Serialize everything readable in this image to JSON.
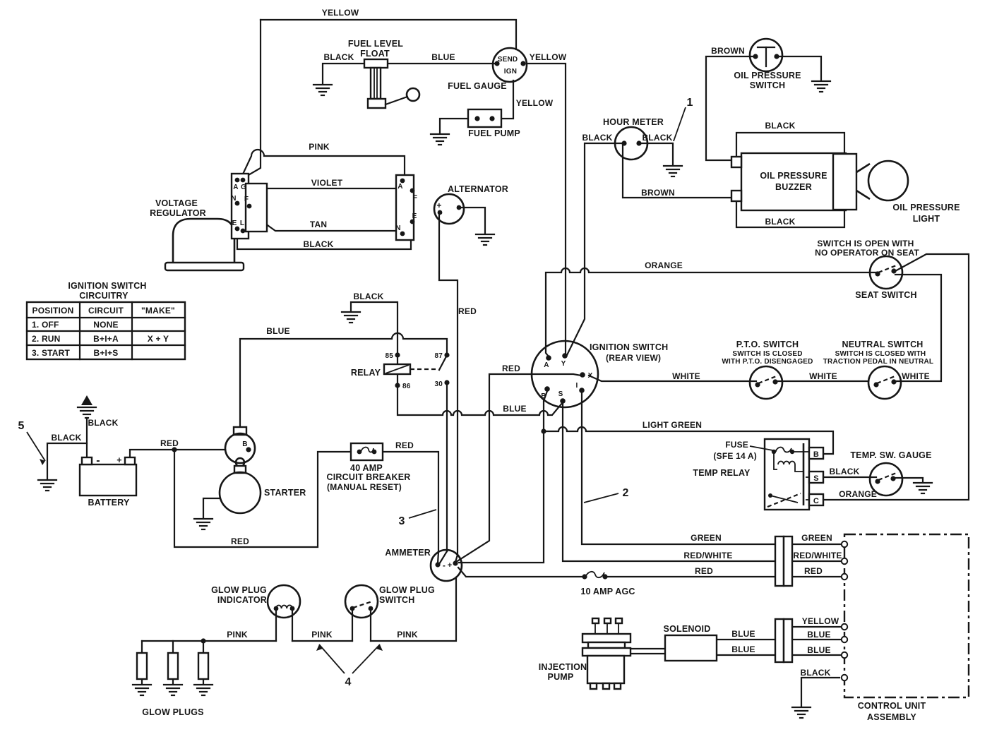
{
  "diagram_title": "Ignition / charging system wiring diagram",
  "colors": {
    "ink": "#161616",
    "paper": "#ffffff"
  },
  "table": {
    "title_line1": "IGNITION SWITCH",
    "title_line2": "CIRCUITRY",
    "headers": [
      "POSITION",
      "CIRCUIT",
      "\"MAKE\""
    ],
    "rows": [
      [
        "1. OFF",
        "NONE",
        ""
      ],
      [
        "2. RUN",
        "B+I+A",
        "X + Y"
      ],
      [
        "3. START",
        "B+I+S",
        ""
      ]
    ]
  },
  "callouts": {
    "c1": "1",
    "c2": "2",
    "c3": "3",
    "c4": "4",
    "c5": "5"
  },
  "labels": {
    "yellow_top": "YELLOW",
    "fuel_level_float_1": "FUEL LEVEL",
    "fuel_level_float_2": "FLOAT",
    "black_float": "BLACK",
    "blue_float": "BLUE",
    "send": "SEND",
    "ign": "IGN",
    "yellow_gauge": "YELLOW",
    "fuel_gauge": "FUEL GAUGE",
    "yellow_pump": "YELLOW",
    "fuel_pump": "FUEL PUMP",
    "brown_ops": "BROWN",
    "oil_pressure_switch_1": "OIL PRESSURE",
    "oil_pressure_switch_2": "SWITCH",
    "hour_meter": "HOUR METER",
    "black_hm_left": "BLACK",
    "black_hm_right": "BLACK",
    "brown_hm": "BROWN",
    "black_buzzer_top": "BLACK",
    "black_buzzer_bottom": "BLACK",
    "oil_pressure_buzzer_1": "OIL PRESSURE",
    "oil_pressure_buzzer_2": "BUZZER",
    "oil_pressure_light_1": "OIL PRESSURE",
    "oil_pressure_light_2": "LIGHT",
    "pink_vr": "PINK",
    "violet": "VIOLET",
    "tan": "TAN",
    "black_vr": "BLACK",
    "voltage_regulator_1": "VOLTAGE",
    "voltage_regulator_2": "REGULATOR",
    "alternator": "ALTERNATOR",
    "vr_a": "A",
    "vr_g": "G",
    "vr_n": "N",
    "vr_f": "F",
    "vr_e": "E",
    "vr_l": "L",
    "alt_a": "A",
    "alt_f": "F",
    "alt_e": "E",
    "alt_n": "N",
    "alt_plus": "+",
    "switch_open_1": "SWITCH IS OPEN WITH",
    "switch_open_2": "NO OPERATOR ON SEAT",
    "seat_switch": "SEAT SWITCH",
    "orange_seat": "ORANGE",
    "black_relay": "BLACK",
    "blue_relay": "BLUE",
    "relay": "RELAY",
    "r85": "85",
    "r87": "87",
    "r86": "86",
    "r30": "30",
    "red_alt": "RED",
    "red_x": "RED",
    "ignition_switch": "IGNITION SWITCH",
    "rear_view": "(REAR VIEW)",
    "ig_a": "A",
    "ig_y": "Y",
    "ig_x": "X",
    "ig_b": "B",
    "ig_s": "S",
    "ig_i": "I",
    "pto_1": "P.T.O. SWITCH",
    "pto_2": "SWITCH IS CLOSED",
    "pto_3": "WITH P.T.O. DISENGAGED",
    "neutral_1": "NEUTRAL SWITCH",
    "neutral_2": "SWITCH IS CLOSED WITH",
    "neutral_3": "TRACTION PEDAL IN NEUTRAL",
    "white_1": "WHITE",
    "white_2": "WHITE",
    "white_3": "WHITE",
    "blue_ign": "BLUE",
    "light_green": "LIGHT GREEN",
    "fuse_1": "FUSE",
    "fuse_2": "(SFE 14 A)",
    "temp_relay": "TEMP RELAY",
    "tr_b": "B",
    "tr_s": "S",
    "tr_c": "C",
    "temp_sw_gauge": "TEMP. SW. GAUGE",
    "black_tsg": "BLACK",
    "orange_tsg": "ORANGE",
    "black_bat_1": "BLACK",
    "black_bat_2": "BLACK",
    "red_bat": "RED",
    "bat_minus": "-",
    "bat_plus": "+",
    "battery": "BATTERY",
    "starter": "STARTER",
    "sol_b": "B",
    "forty_amp_1": "40 AMP",
    "forty_amp_2": "CIRCUIT BREAKER",
    "forty_amp_3": "(MANUAL RESET)",
    "red_cb": "RED",
    "red_bottom": "RED",
    "ammeter": "AMMETER",
    "am_minus": "-",
    "am_plus": "+",
    "green_l": "GREEN",
    "green_r": "GREEN",
    "redwhite_l": "RED/WHITE",
    "redwhite_r": "RED/WHITE",
    "red_l": "RED",
    "red_r": "RED",
    "ten_amp": "10 AMP AGC",
    "glow_plug_ind_1": "GLOW PLUG",
    "glow_plug_ind_2": "INDICATOR",
    "glow_plug_sw_1": "GLOW PLUG",
    "glow_plug_sw_2": "SWITCH",
    "pink_1": "PINK",
    "pink_2": "PINK",
    "pink_3": "PINK",
    "glow_plugs": "GLOW PLUGS",
    "injection_pump_1": "INJECTION",
    "injection_pump_2": "PUMP",
    "solenoid": "SOLENOID",
    "blue_sol_1": "BLUE",
    "blue_sol_2": "BLUE",
    "yellow_cu": "YELLOW",
    "blue_cu_1": "BLUE",
    "blue_cu_2": "BLUE",
    "black_cu": "BLACK",
    "control_unit_1": "CONTROL UNIT",
    "control_unit_2": "ASSEMBLY"
  }
}
